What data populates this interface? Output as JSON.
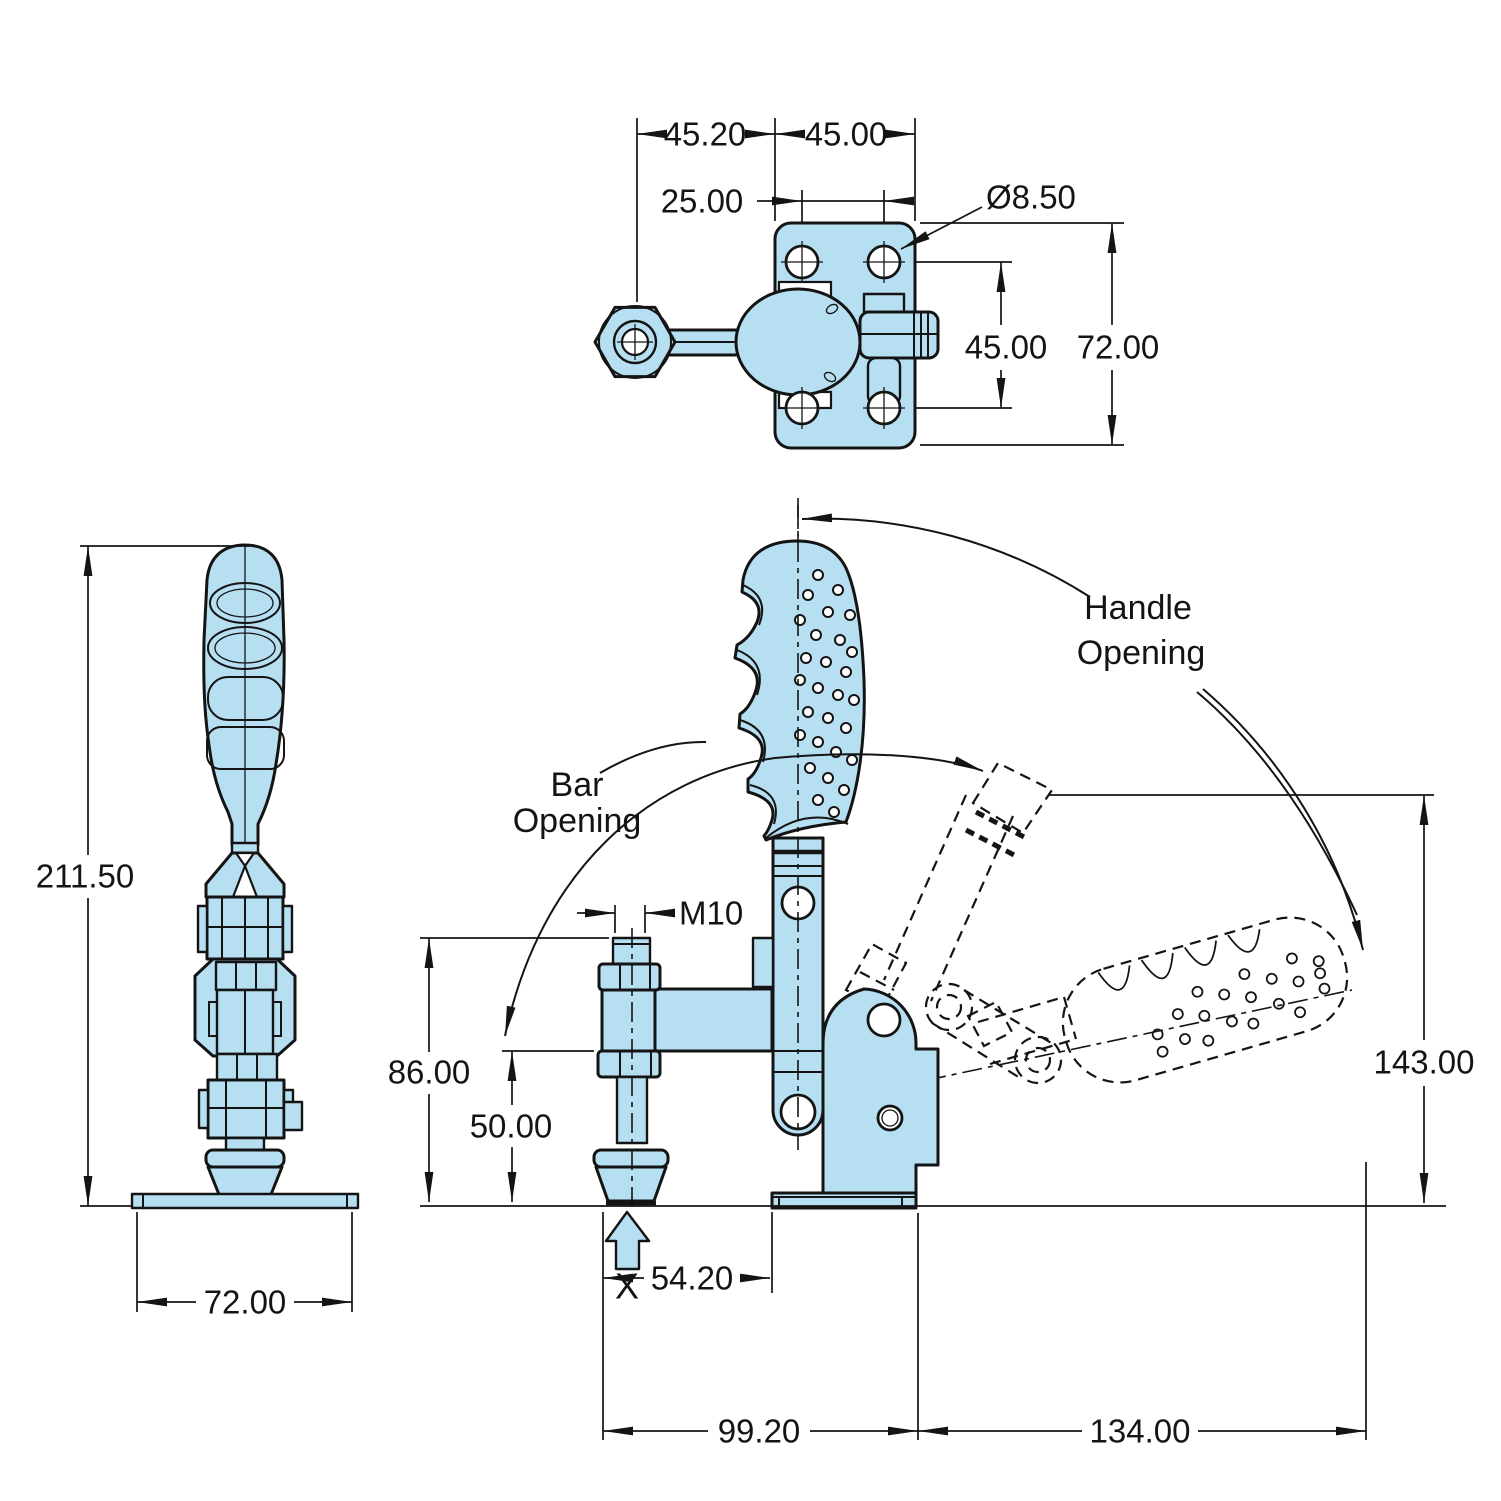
{
  "colors": {
    "part_fill": "#b7dff2",
    "outline": "#141414",
    "background": "#ffffff"
  },
  "views": {
    "top": {
      "dims": {
        "offset_45_20": "45.20",
        "width_45": "45.00",
        "hole_spacing_25": "25.00",
        "hole_dia": "Ø8.50",
        "hole_span_45": "45.00",
        "plate_72": "72.00"
      }
    },
    "side": {
      "dims": {
        "height_211_50": "211.50",
        "base_72": "72.00"
      }
    },
    "front": {
      "labels": {
        "bar": "Bar",
        "bar2": "Opening",
        "handle": "Handle",
        "handle2": "Opening",
        "datum": "X"
      },
      "dims": {
        "thread": "M10",
        "height_86": "86.00",
        "bar_50": "50.00",
        "offset_54_20": "54.20",
        "span_99_20": "99.20",
        "span_134": "134.00",
        "height_143": "143.00"
      }
    }
  }
}
